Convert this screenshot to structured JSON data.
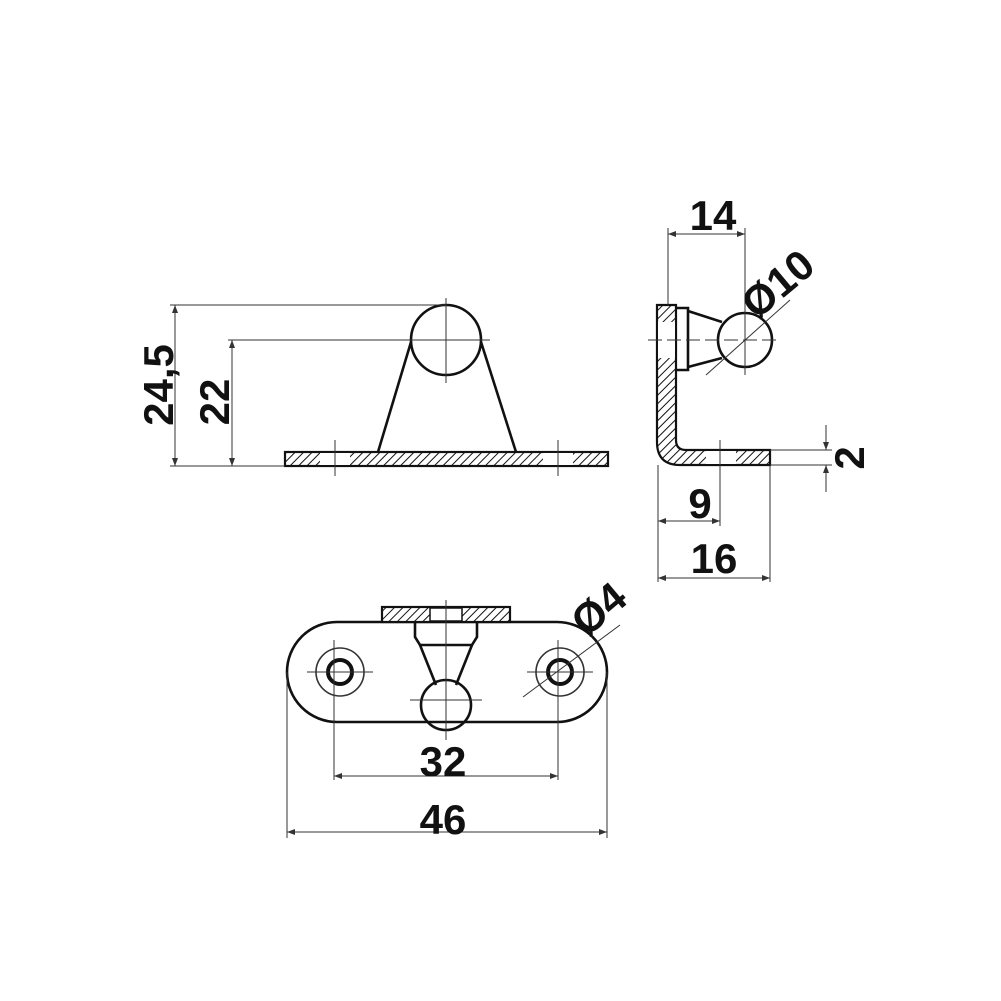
{
  "drawing": {
    "front_view": {
      "height_total": "24,5",
      "height_center": "22"
    },
    "side_view": {
      "offset": "14",
      "ball_diameter": "Ø10",
      "thickness": "2",
      "hole_offset": "9",
      "base_length": "16"
    },
    "bottom_view": {
      "hole_diameter": "Ø4",
      "hole_spacing": "32",
      "overall_length": "46"
    }
  }
}
